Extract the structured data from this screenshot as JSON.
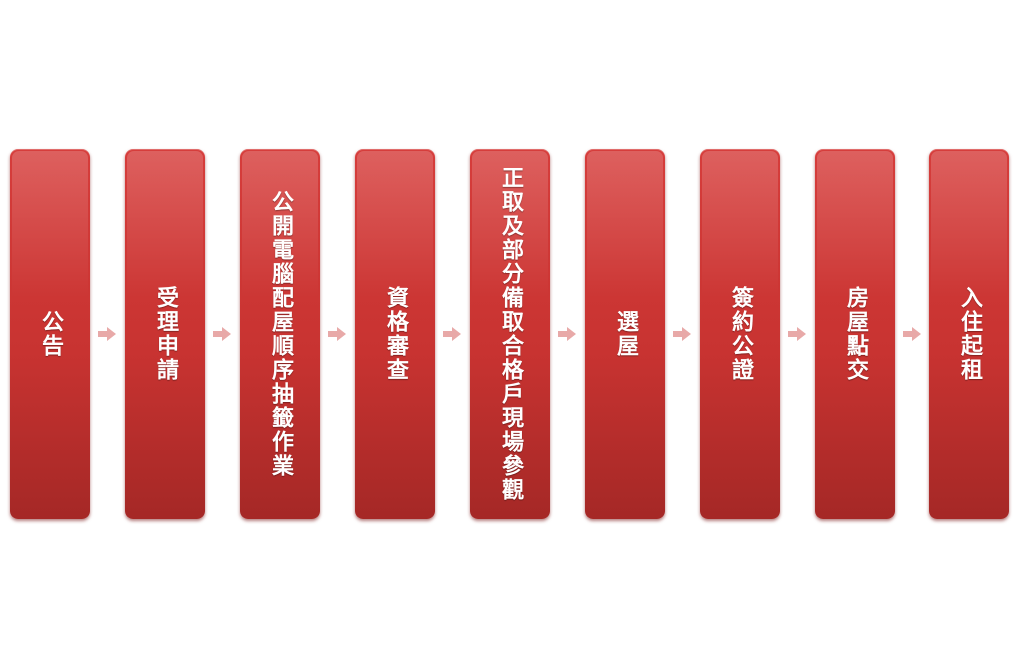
{
  "diagram": {
    "steps": [
      {
        "label": "公告"
      },
      {
        "label": "受理申請"
      },
      {
        "label": "公開電腦配屋順序抽籤作業"
      },
      {
        "label": "資格審查"
      },
      {
        "label": "正取及部分備取合格戶現場參觀"
      },
      {
        "label": "選屋"
      },
      {
        "label": "簽約公證"
      },
      {
        "label": "房屋點交"
      },
      {
        "label": "入住起租"
      }
    ],
    "colors": {
      "box_top": "#d63d3b",
      "box_bottom": "#a52826",
      "arrow": "#e8a9a8",
      "text": "#ffffff"
    }
  }
}
